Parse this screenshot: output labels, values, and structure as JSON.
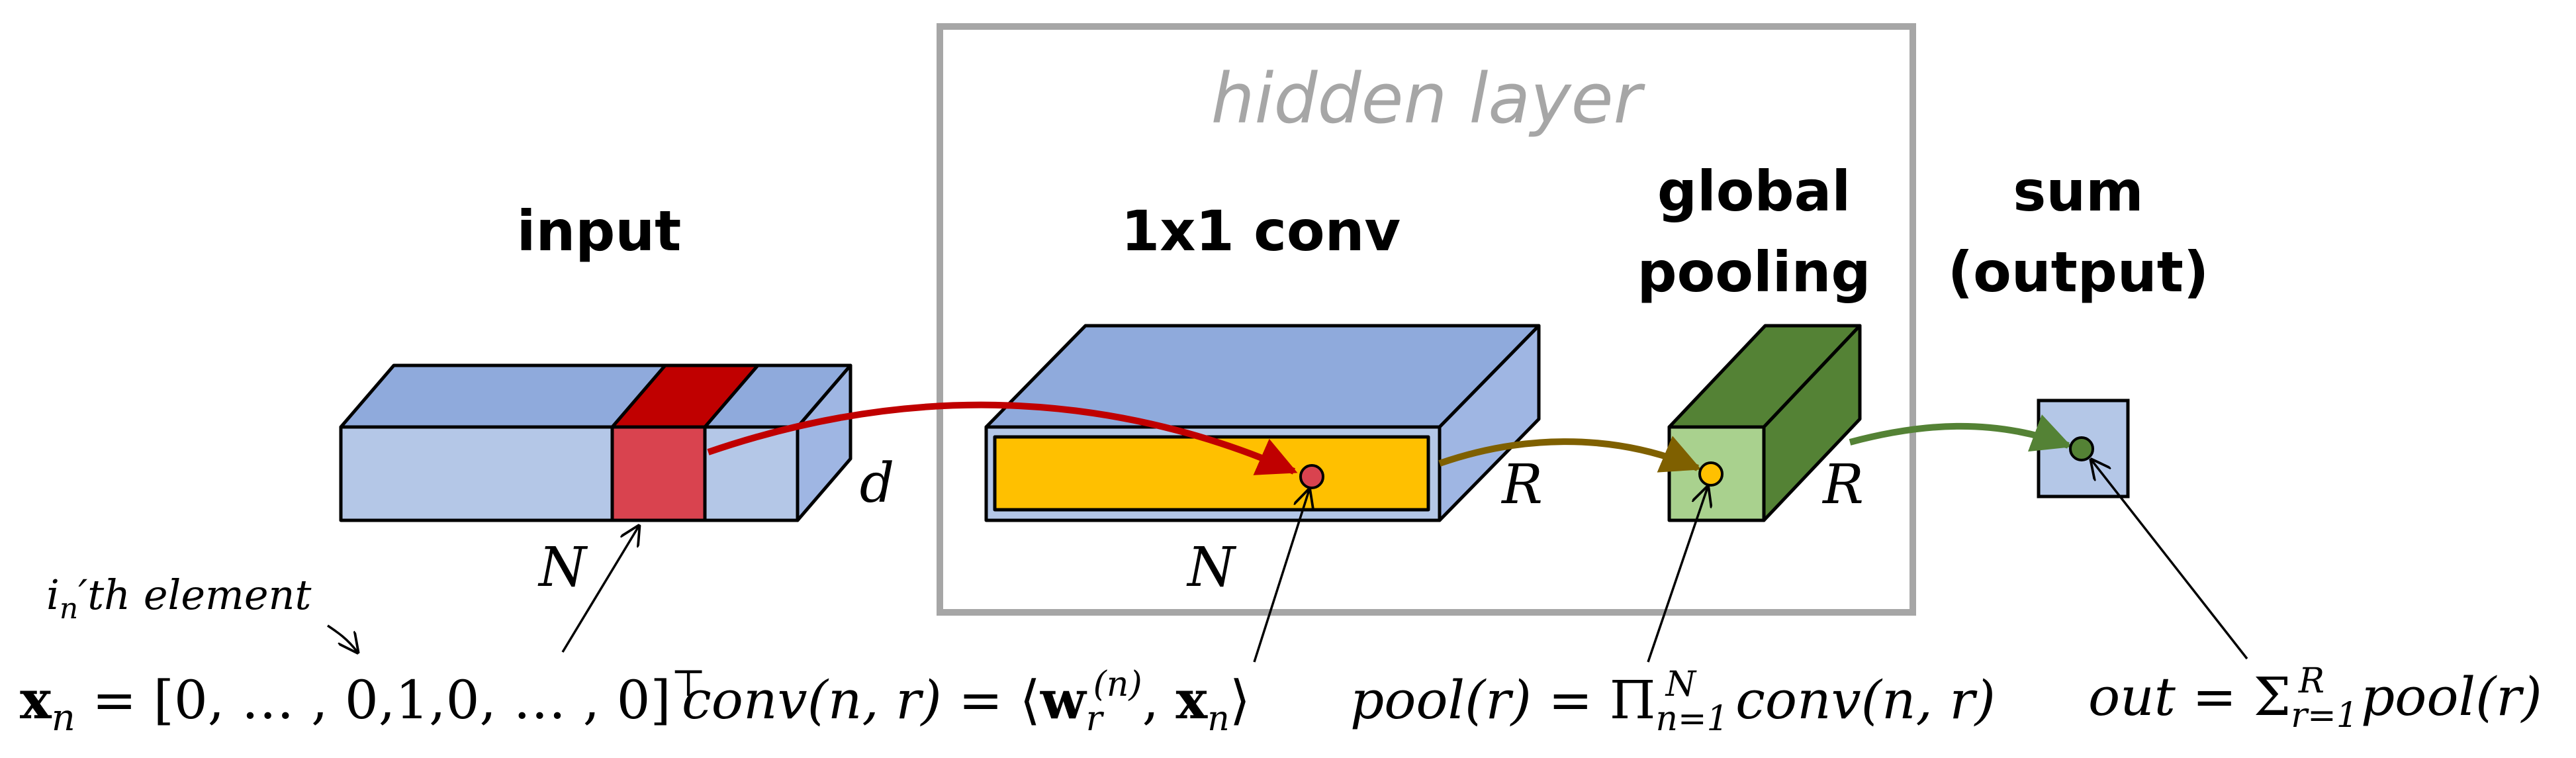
{
  "labels": {
    "hidden_layer": "hidden layer",
    "input": "input",
    "conv": "1x1 conv",
    "global_pooling_line1": "global",
    "global_pooling_line2": "pooling",
    "sum_line1": "sum",
    "sum_line2": "(output)",
    "dim_N_input": "N",
    "dim_d": "d",
    "dim_N_conv": "N",
    "dim_R_conv": "R",
    "dim_R_pool": "R",
    "element_note": "i",
    "element_note_sub": "n",
    "element_note_rest": "′th element"
  },
  "formulas": {
    "input": {
      "lhs": "x",
      "lhs_sub": "n",
      "rhs": " = [0, … , 0,1,0, … , 0]",
      "sup": "⊤"
    },
    "conv": {
      "lhs": "conv",
      "args": "(n, r)",
      "eq": " = ⟨",
      "w": "w",
      "w_sub": "r",
      "w_sup": "(n)",
      "comma": ", ",
      "x": "x",
      "x_sub": "n",
      "close": "⟩"
    },
    "pool": {
      "lhs": "pool",
      "args": "(r)",
      "eq": " = Π",
      "sub": "n=1",
      "sup": "N",
      "body": "conv(n, r)"
    },
    "out": {
      "lhs": "out",
      "eq": " = Σ",
      "sub": "r=1",
      "sup": "R",
      "body": "pool(r)"
    }
  },
  "colors": {
    "box_front": "#b4c7e7",
    "box_top": "#8faadc",
    "box_side": "#9fb6e3",
    "highlight_front": "#d9434f",
    "highlight_top": "#c00000",
    "conv_strip": "#ffc000",
    "pool_front": "#a9d18e",
    "pool_top": "#548235",
    "arrow_red": "#c00000",
    "arrow_brown": "#7f6000",
    "arrow_green": "#548235",
    "hidden_border": "#a6a6a6"
  },
  "icons": {
    "conv_dot": "red-circle-icon",
    "pool_dot": "yellow-circle-icon",
    "out_dot": "green-circle-icon"
  }
}
